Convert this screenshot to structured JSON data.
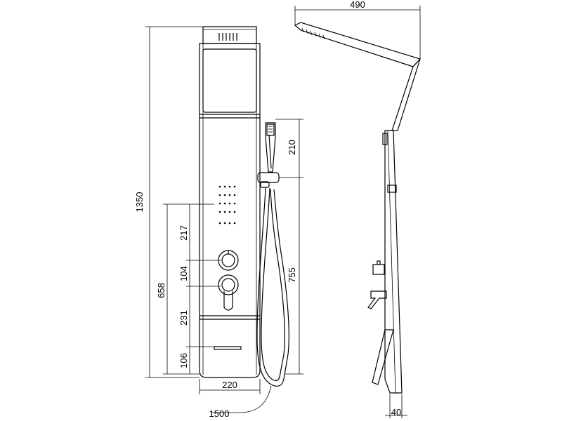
{
  "dimensions": {
    "total_height": "1350",
    "top_width": "490",
    "hand_shower": "210",
    "panel_width": "220",
    "hose_length": "1500",
    "side_depth": "40",
    "lower_section": "658",
    "hose_height": "755",
    "upper_spacing": "217",
    "knob_spacing": "104",
    "mixer_spacing": "231",
    "bottom_spacing": "106"
  },
  "colors": {
    "stroke": "#000000",
    "background": "#ffffff"
  }
}
